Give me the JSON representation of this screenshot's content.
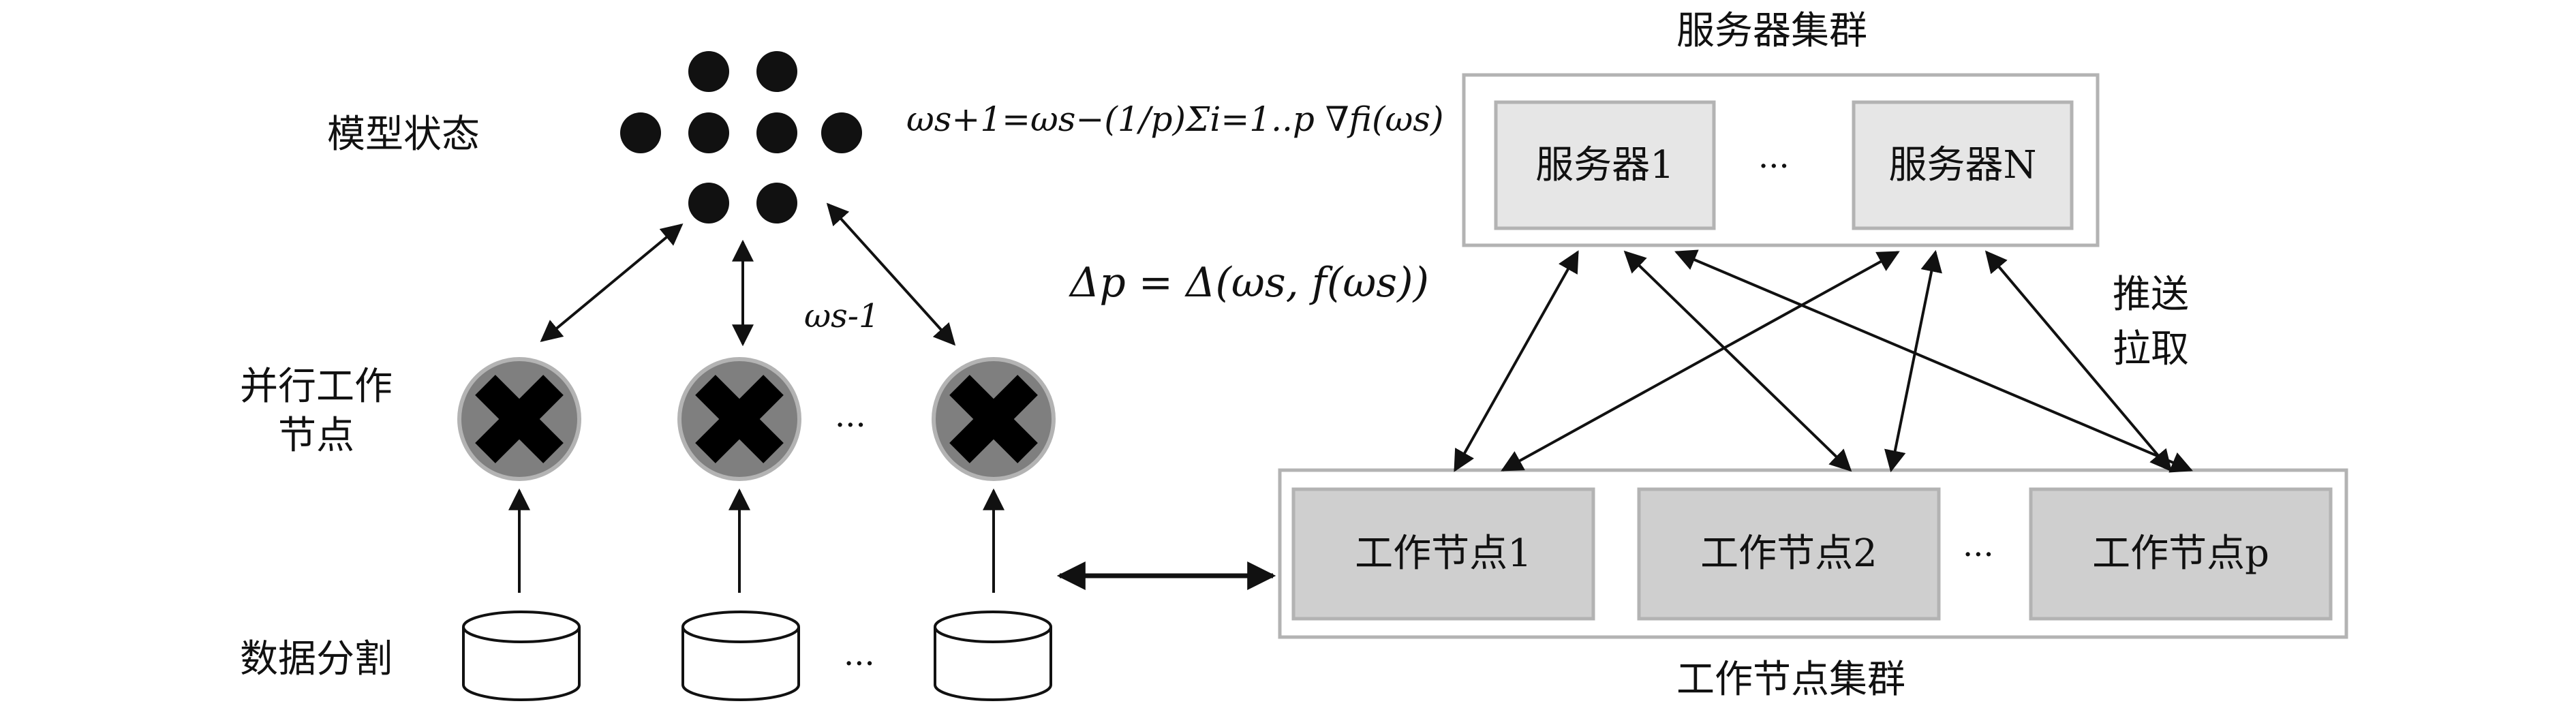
{
  "left": {
    "model_state_label": "模型状态",
    "parallel_workers_label_1": "并行工作",
    "parallel_workers_label_2": "节点",
    "data_partition_label": "数据分割",
    "omega_prev": "ωs-1",
    "worker_ellipsis": "···",
    "data_ellipsis": "···"
  },
  "formulas": {
    "update_rule": "ωs+1=ωs−(1/p)Σi=1..p ∇fi(ωs)",
    "delta_p": "Δp = Δ(ωs, f(ωs))"
  },
  "right": {
    "server_cluster_label": "服务器集群",
    "server_1": "服务器1",
    "server_ellipsis": "···",
    "server_n": "服务器N",
    "push_label": "推送",
    "pull_label": "拉取",
    "worker_1": "工作节点1",
    "worker_2": "工作节点2",
    "worker_ellipsis": "···",
    "worker_p": "工作节点p",
    "worker_cluster_label": "工作节点集群"
  },
  "colors": {
    "box_fill_server": "#e6e6e6",
    "box_fill_worker": "#cfcfcf",
    "node_fill": "#7f7f7f",
    "dot_fill": "#111111",
    "outline": "#b3b3b3"
  }
}
